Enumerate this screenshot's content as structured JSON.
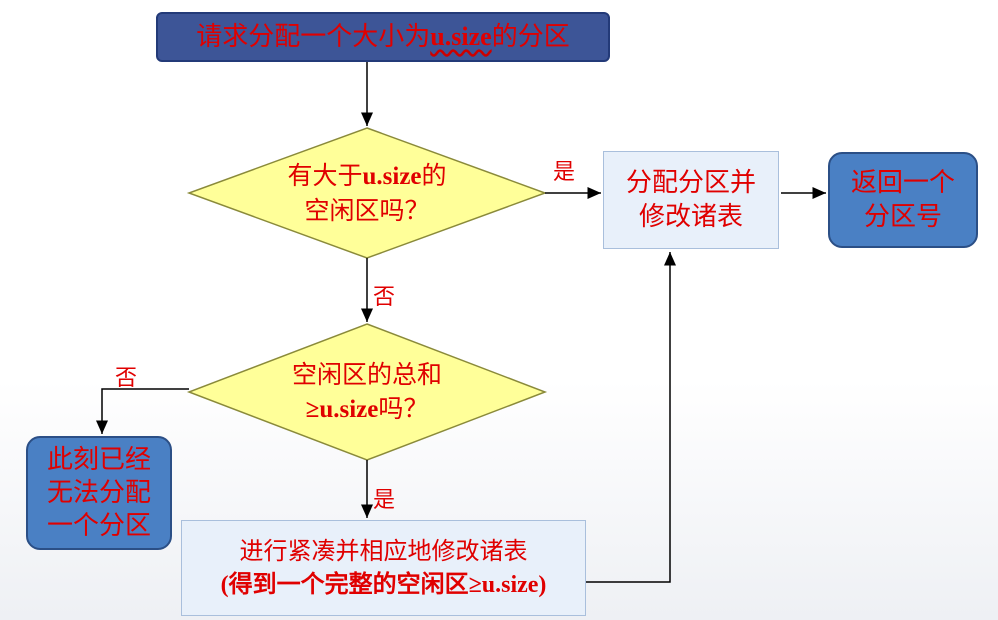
{
  "nodes": {
    "start": {
      "text_pre": "请求分配一个大小为",
      "text_var": "u.size",
      "text_post": "的分区"
    },
    "cond1": {
      "line1_pre": "有大于",
      "line1_var": "u.size",
      "line1_post": "的",
      "line2": "空闲区吗？"
    },
    "alloc": {
      "line1": "分配分区并",
      "line2": "修改诸表"
    },
    "ret": {
      "line1": "返回一个",
      "line2": "分区号"
    },
    "cond2": {
      "line1": "空闲区的总和",
      "line2_var": "≥u.size",
      "line2_post": "吗？"
    },
    "fail": {
      "line1": "此刻已经",
      "line2": "无法分配",
      "line3": "一个分区"
    },
    "compact": {
      "line1": "进行紧凑并相应地修改诸表",
      "line2_pre": "(得到一个完整的空闲区",
      "line2_var": "≥u.size",
      "line2_post": ")"
    }
  },
  "edges": {
    "yes1": "是",
    "no1": "否",
    "no2": "否",
    "yes2": "是"
  },
  "colors": {
    "text": "#e00000",
    "start_fill": "#3d5597",
    "diamond_fill": "#ffff99",
    "process_fill": "#e8f0fa",
    "terminal_fill": "#4a80c4"
  }
}
